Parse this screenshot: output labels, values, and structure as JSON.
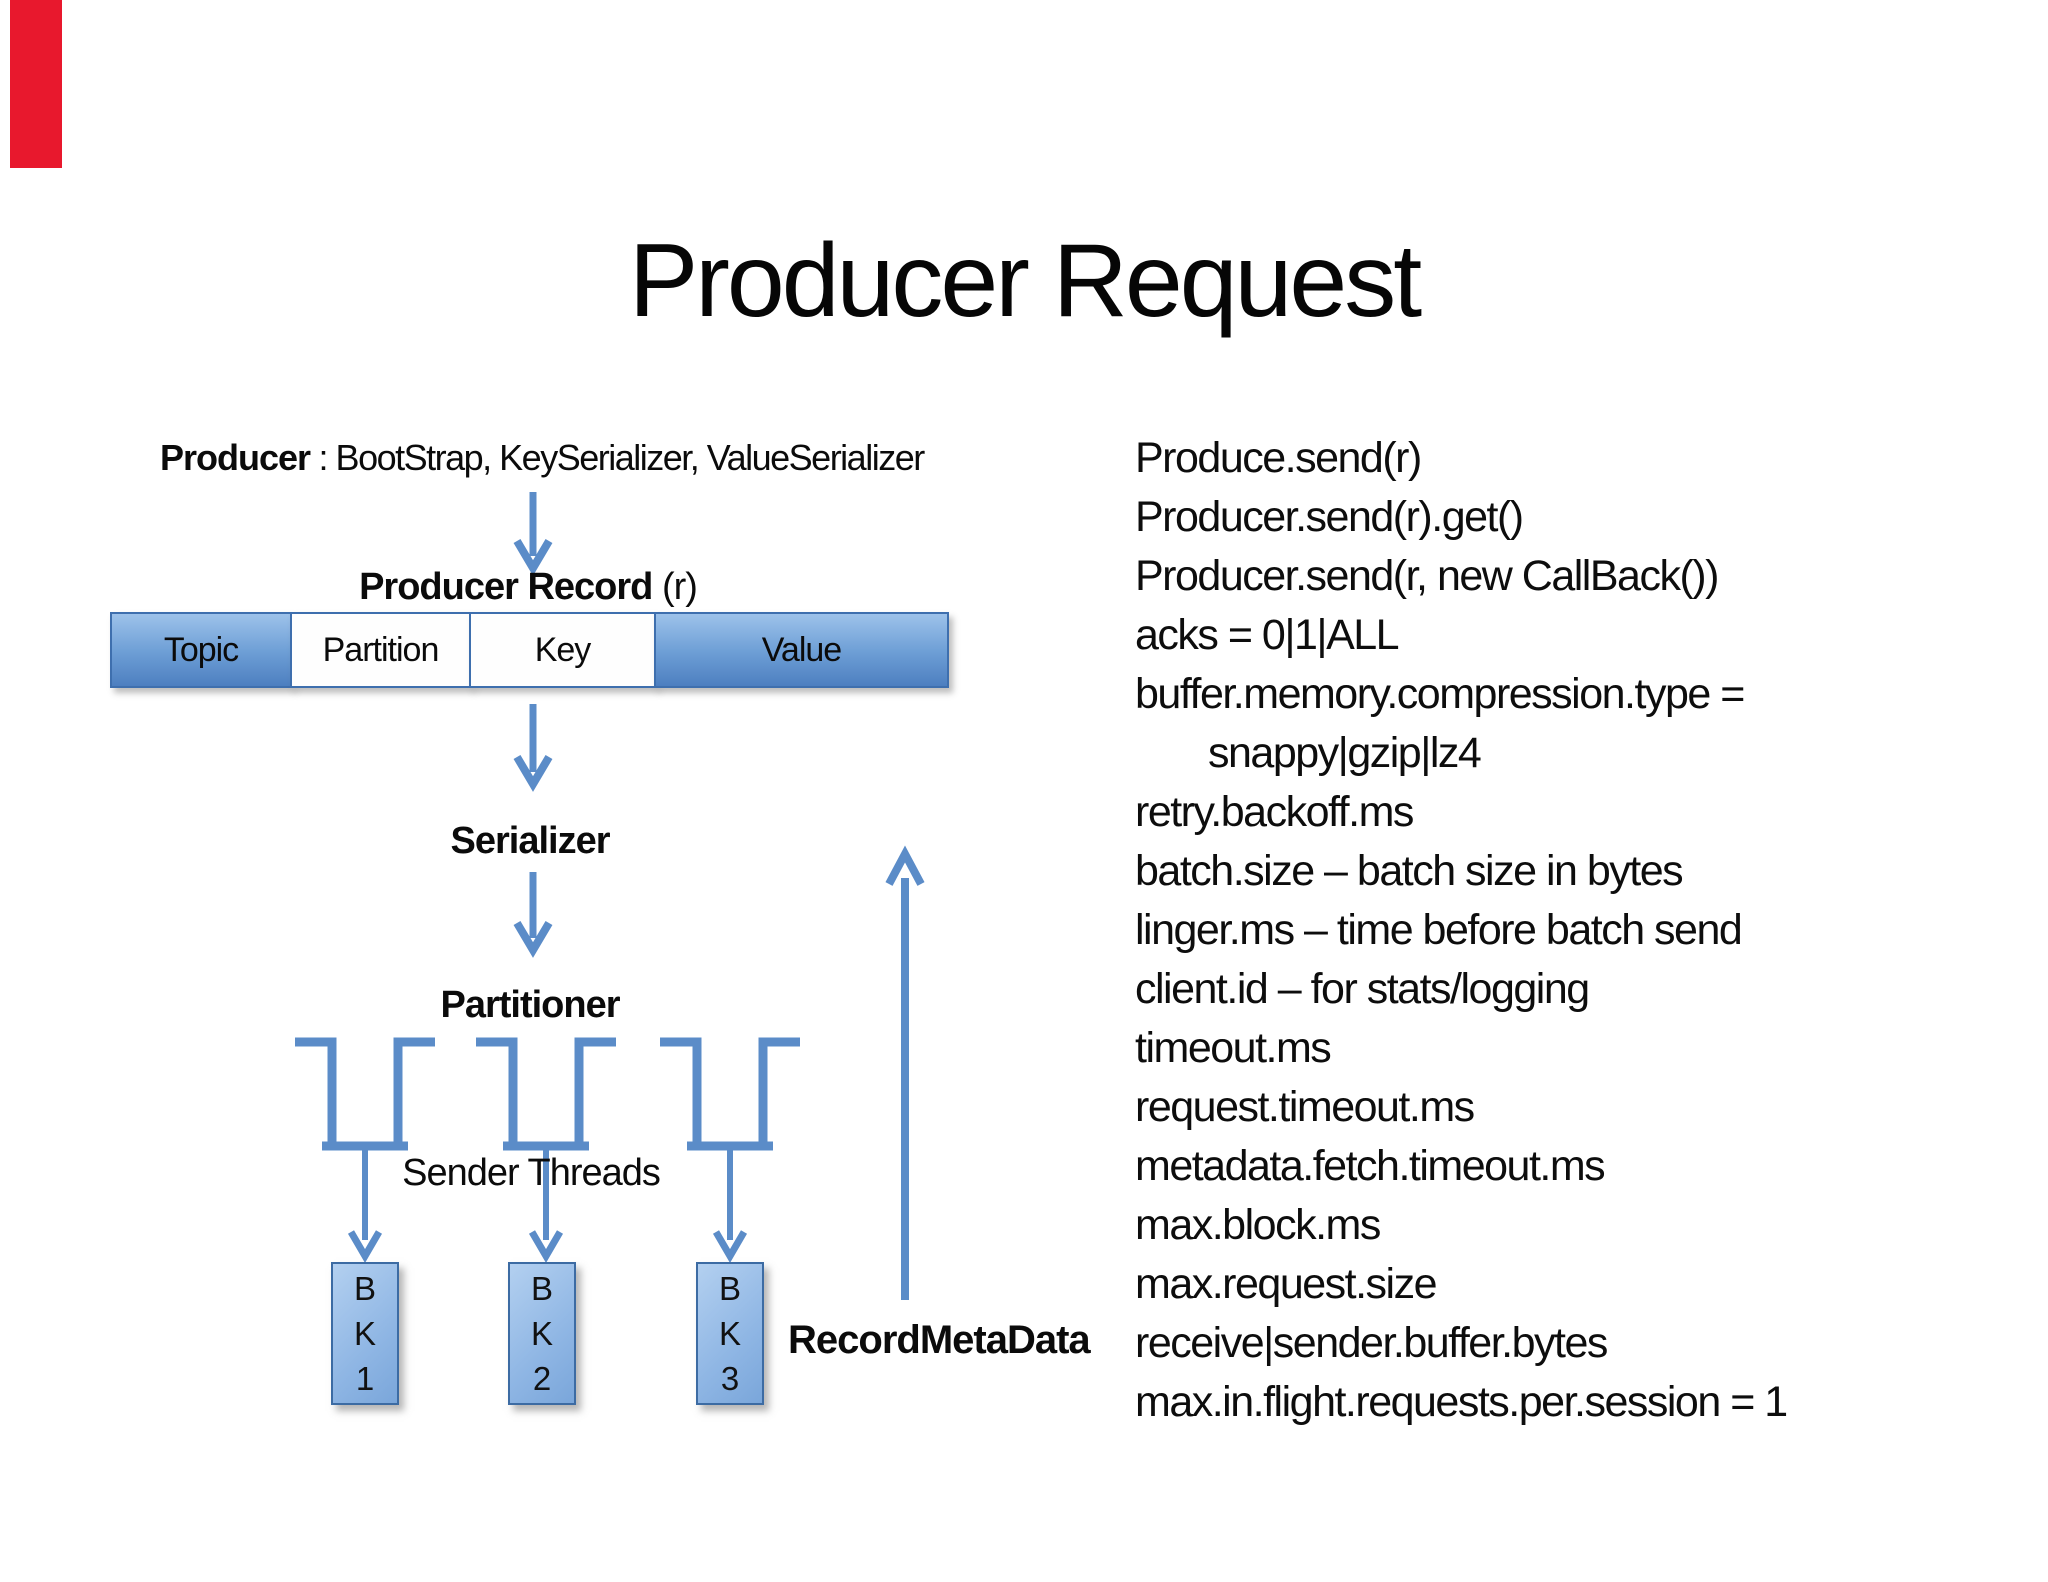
{
  "slide": {
    "title": "Producer Request"
  },
  "colors": {
    "accent_blue": "#5b8cc8",
    "box_blue_top": "#9dc2ea",
    "box_blue_bottom": "#4d7fc0",
    "box_border": "#3e6fae",
    "marker_red": "#e8182d",
    "text": "#0b0b0b"
  },
  "diagram": {
    "producer_label": "Producer",
    "producer_rest": " : BootStrap, KeySerializer, ValueSerializer",
    "producer_record_label": "Producer Record",
    "producer_record_suffix": " (r)",
    "record_bar": {
      "segments": [
        {
          "label": "Topic"
        },
        {
          "label": "Partition"
        },
        {
          "label": "Key"
        },
        {
          "label": "Value"
        }
      ]
    },
    "serializer_label": "Serializer",
    "partitioner_label": "Partitioner",
    "sender_threads_label": "Sender Threads",
    "record_metadata_label": "RecordMetaData",
    "brokers": [
      {
        "lines": [
          "B",
          "K",
          "1"
        ]
      },
      {
        "lines": [
          "B",
          "K",
          "2"
        ]
      },
      {
        "lines": [
          "B",
          "K",
          "3"
        ]
      }
    ]
  },
  "right_panel": {
    "lines": [
      "Produce.send(r)",
      "Producer.send(r).get()",
      "Producer.send(r, new CallBack())",
      "acks = 0|1|ALL",
      "buffer.memory.compression.type =",
      "snappy|gzip|lz4",
      "retry.backoff.ms",
      "batch.size – batch size in bytes",
      "linger.ms – time before batch send",
      "client.id – for stats/logging",
      "timeout.ms",
      "request.timeout.ms",
      "metadata.fetch.timeout.ms",
      "max.block.ms",
      "max.request.size",
      "receive|sender.buffer.bytes",
      "max.in.flight.requests.per.session = 1"
    ]
  }
}
